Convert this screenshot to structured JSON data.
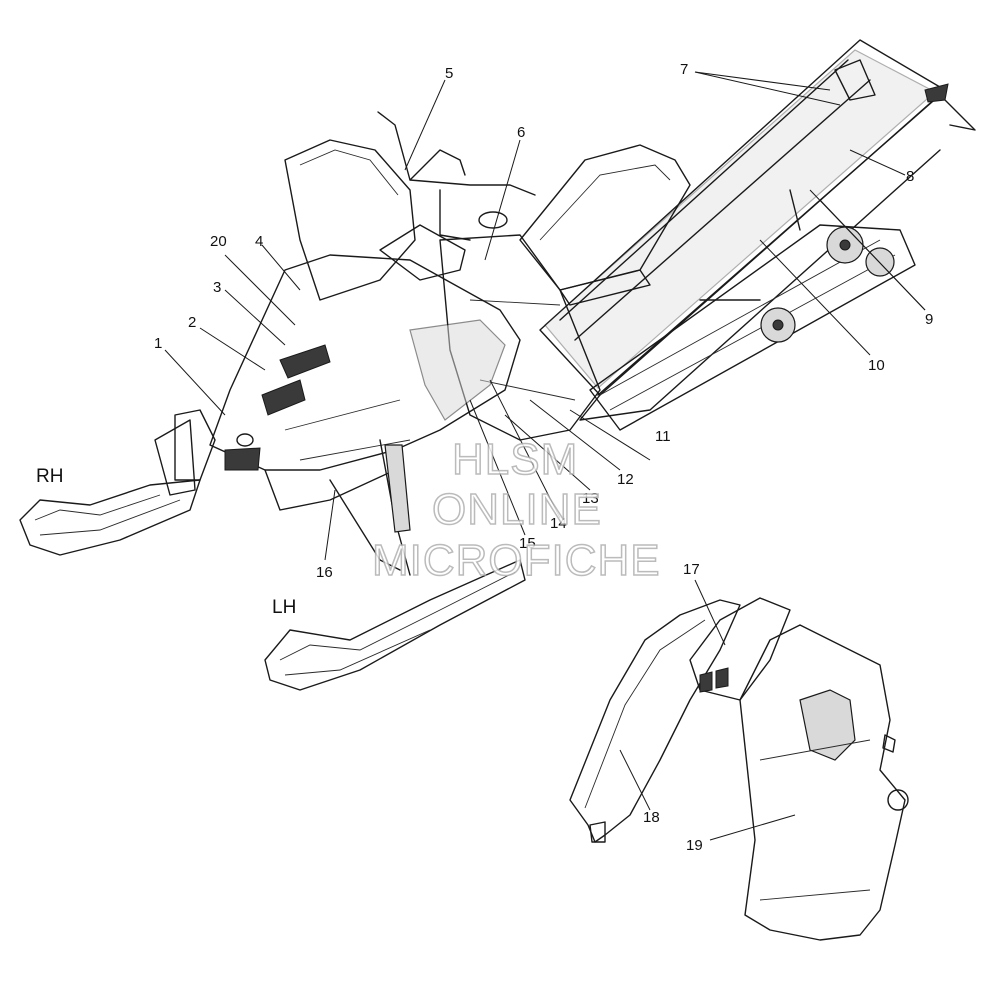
{
  "callouts": [
    "1",
    "2",
    "3",
    "4",
    "5",
    "6",
    "7",
    "8",
    "9",
    "10",
    "11",
    "12",
    "13",
    "14",
    "15",
    "16",
    "17",
    "18",
    "19",
    "20"
  ],
  "side_labels": {
    "right": "RH",
    "left": "LH"
  },
  "watermark": [
    "HLSM",
    "ONLINE",
    "MICROFICHE"
  ]
}
